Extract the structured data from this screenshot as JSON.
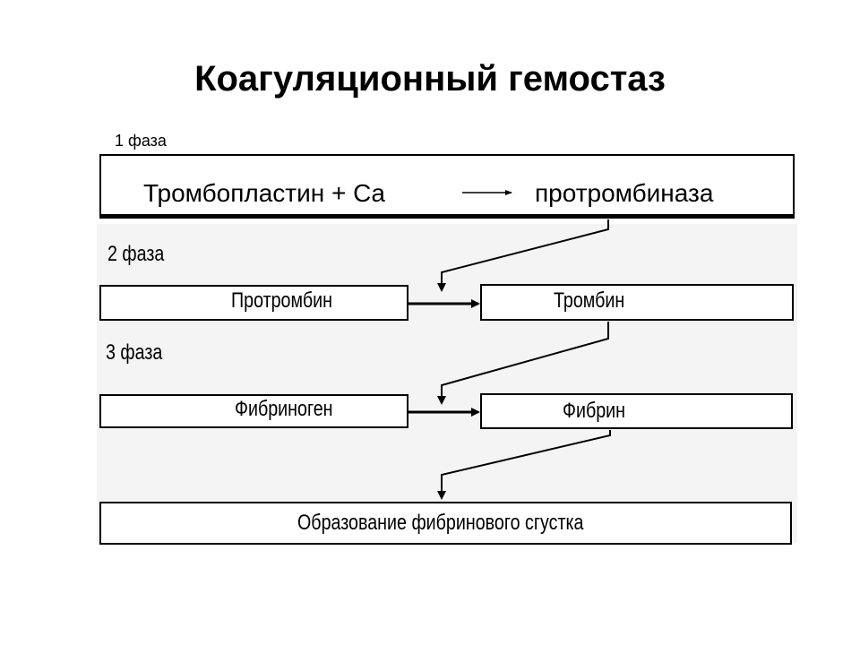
{
  "title": "Коагуляционный гемостаз",
  "phases": {
    "phase1": "1 фаза",
    "phase2": "2 фаза",
    "phase3": "3 фаза"
  },
  "phase1_box": {
    "left": "Тромбопластин  + Ca",
    "right": "протромбиназа"
  },
  "boxes": {
    "prothrombin": "Протромбин",
    "thrombin": "Тромбин",
    "fibrinogen": "Фибриноген",
    "fibrin": "Фибрин",
    "clot": "Образование фибринового сгустка"
  }
}
